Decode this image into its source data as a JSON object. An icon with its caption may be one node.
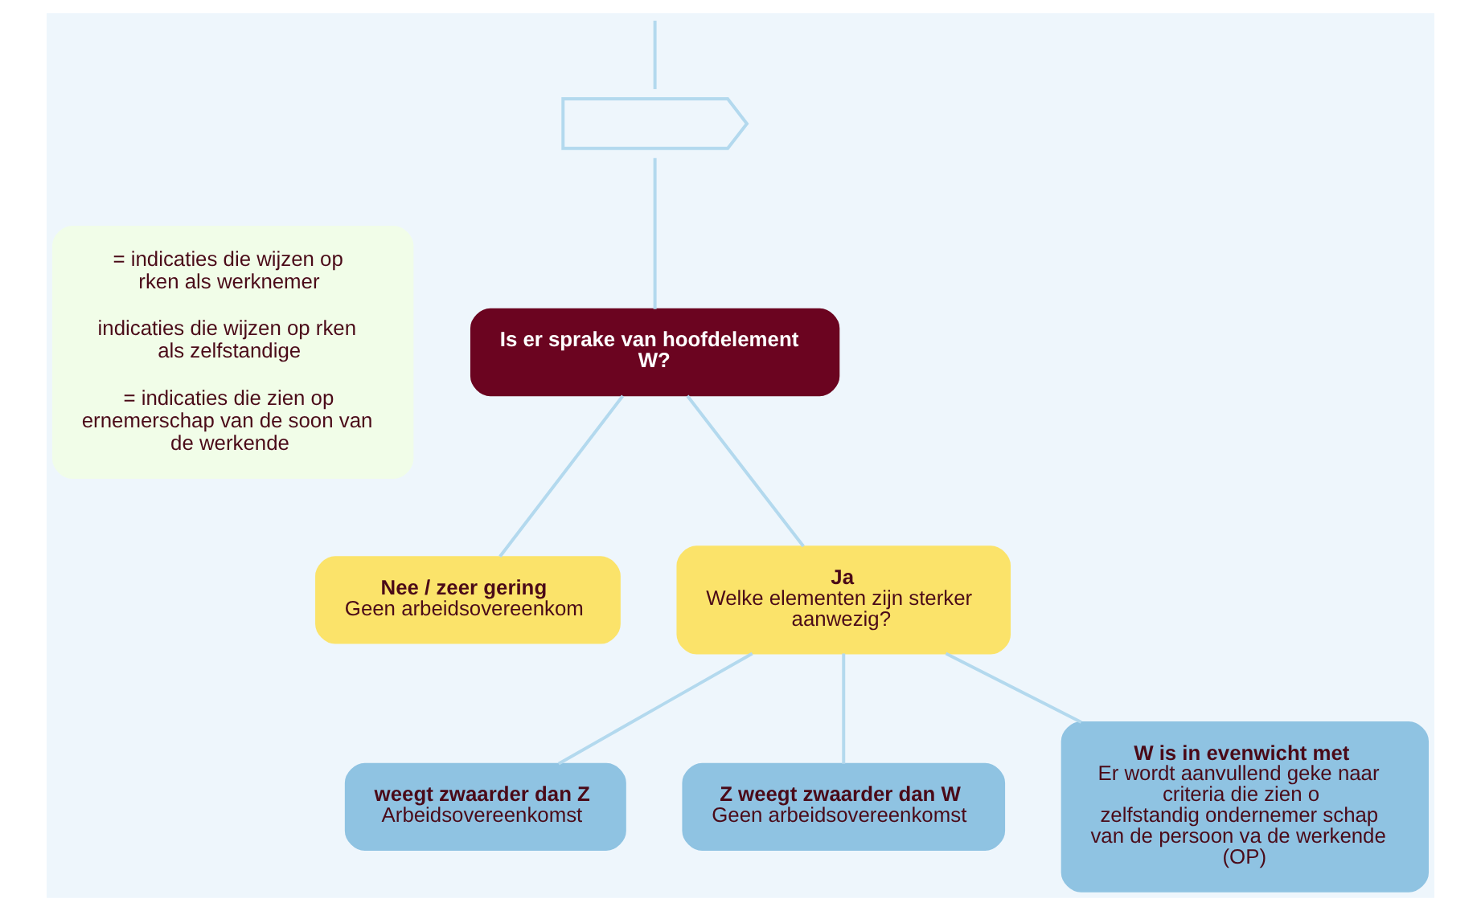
{
  "diagram": {
    "nodes": [
      {
        "text": [],
        "shape": "signpost"
      },
      {
        "text": [
          "Is er sprake van hoofdelement W?"
        ]
      },
      {
        "text": [
          "= indicaties die wijzen op rken als werknemer",
          "indicaties die wijzen op rken als zelfstandige",
          "= indicaties die zien op ernemerschap van de soon van de werkende"
        ]
      },
      {
        "text": [
          "Nee / zeer gering",
          "Geen arbeidsovereenkom"
        ]
      },
      {
        "text": [
          "Ja",
          "Welke elementen zijn sterker aanwezig?"
        ]
      },
      {
        "text": [
          "weegt zwaarder dan Z",
          "Arbeidsovereenkomst"
        ]
      },
      {
        "text": [
          "Z weegt zwaarder dan W",
          "Geen arbeidsovereenkomst"
        ]
      },
      {
        "text": [
          "W is in evenwicht met",
          "Er wordt aanvullend geke naar criteria die zien o zelfstandig ondernemer schap van de persoon va de werkende (OP)"
        ]
      }
    ],
    "edges": [
      {
        "from": null,
        "to": 0,
        "arrow": "none"
      },
      {
        "from": 0,
        "to": 1,
        "arrow": "none"
      },
      {
        "from": 1,
        "to": 3,
        "arrow": "none"
      },
      {
        "from": 1,
        "to": 4,
        "arrow": "none"
      },
      {
        "from": 4,
        "to": 5,
        "arrow": "none"
      },
      {
        "from": 4,
        "to": 6,
        "arrow": "none"
      },
      {
        "from": 4,
        "to": 7,
        "arrow": "none"
      }
    ]
  }
}
